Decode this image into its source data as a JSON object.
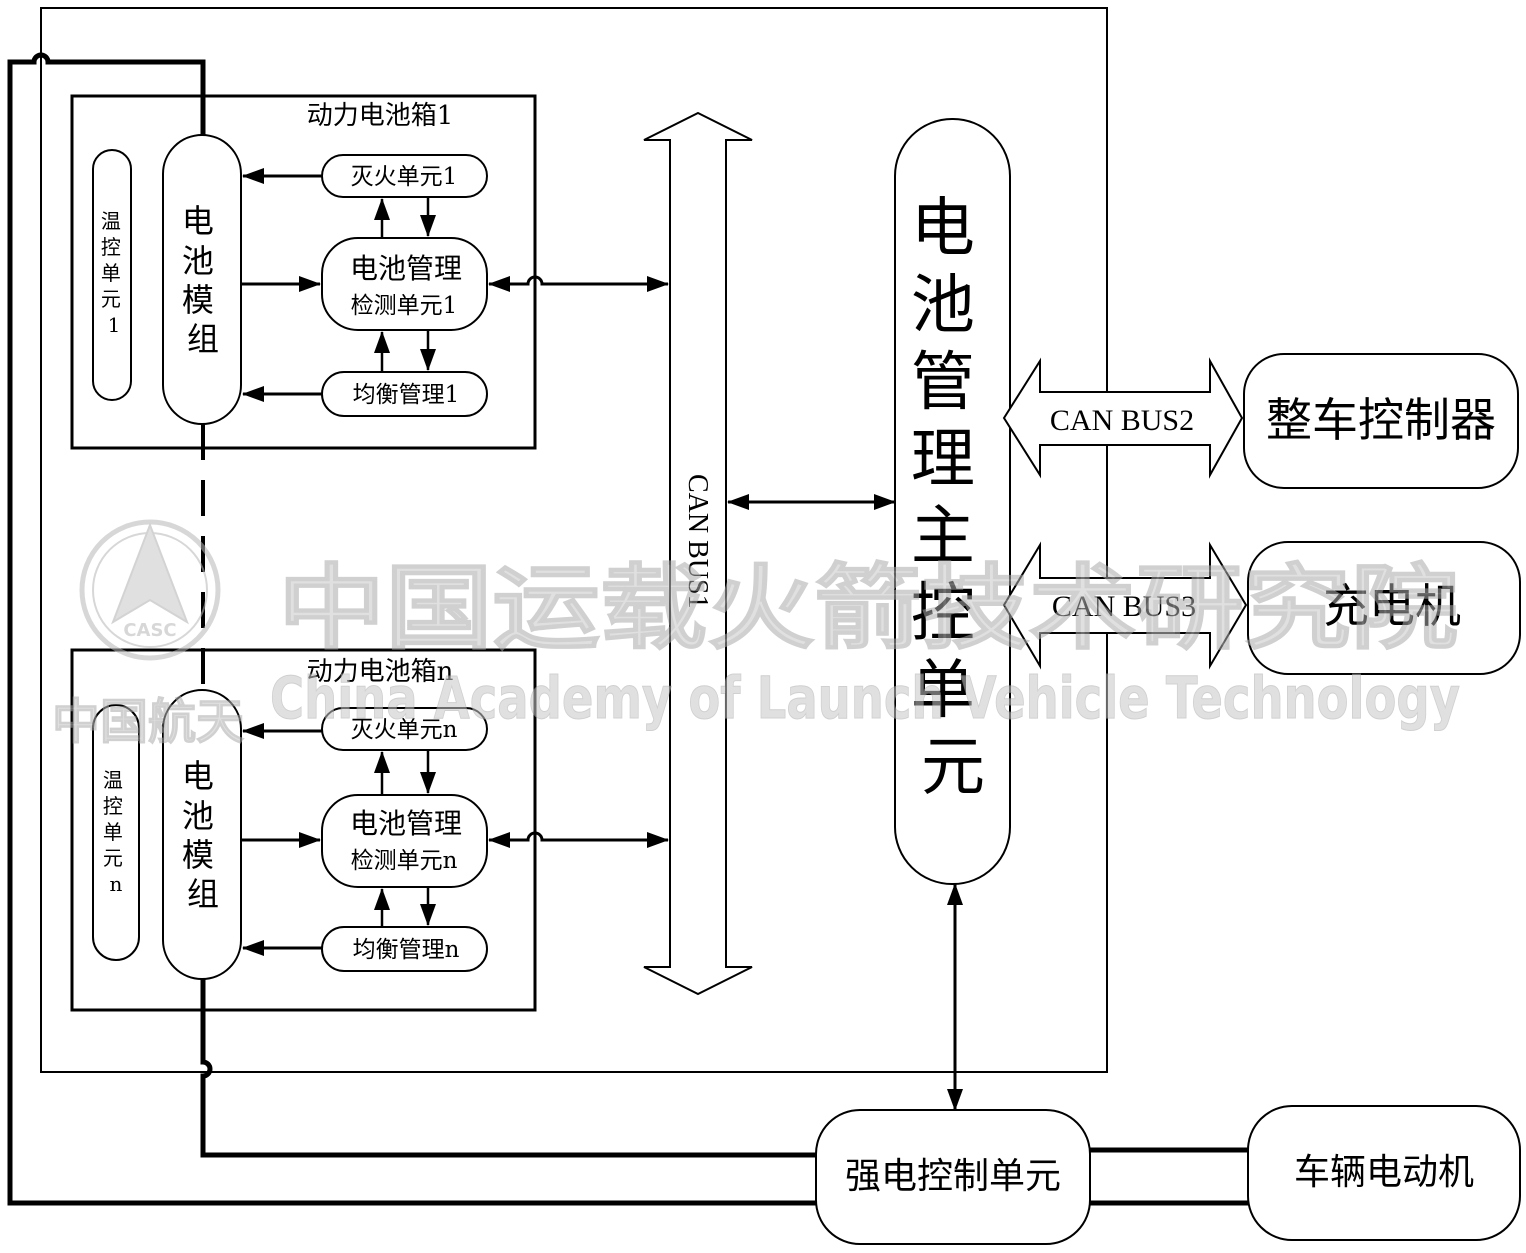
{
  "colors": {
    "line": "#000000",
    "background": "#ffffff",
    "watermark": "#c8c8c8"
  },
  "pack1": {
    "title": "动力电池箱1",
    "temp_unit": [
      "温",
      "控",
      "单",
      "元",
      "1"
    ],
    "battery_module": [
      "电",
      "池",
      "模",
      "组"
    ],
    "fire_unit": "灭火单元1",
    "bms_detect_line1": "电池管理",
    "bms_detect_line2": "检测单元1",
    "balance": "均衡管理1"
  },
  "packn": {
    "title": "动力电池箱n",
    "temp_unit": [
      "温",
      "控",
      "单",
      "元",
      "n"
    ],
    "battery_module": [
      "电",
      "池",
      "模",
      "组"
    ],
    "fire_unit": "灭火单元n",
    "bms_detect_line1": "电池管理",
    "bms_detect_line2": "检测单元n",
    "balance": "均衡管理n"
  },
  "can_bus1": "CAN BUS1",
  "can_bus2": "CAN BUS2",
  "can_bus3": "CAN BUS3",
  "master": [
    "电",
    "池",
    "管",
    "理",
    "主",
    "控",
    "单",
    "元"
  ],
  "vcu": "整车控制器",
  "charger": "充电机",
  "hv_control": "强电控制单元",
  "motor": "车辆电动机",
  "watermark": {
    "name_cn": "中国运载火箭技术研究院",
    "name_en": "China Academy of Launch Vehicle Technology",
    "brand_cn": "中国航天",
    "logo_text": "CASC"
  }
}
